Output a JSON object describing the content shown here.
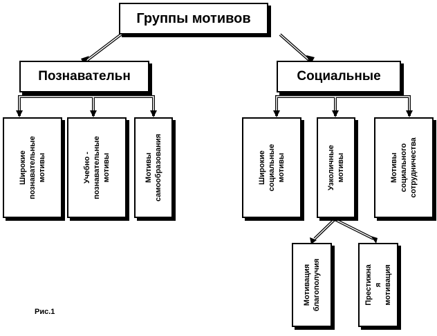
{
  "diagram": {
    "root": "Группы мотивов",
    "groups": [
      {
        "title": "Познавательн",
        "items": [
          "Широкие\nпознавательные\nмотивы",
          "Учебно -\nпознавательные\nмотивы",
          "Мотивы\nсамообразования"
        ]
      },
      {
        "title": "Социальные",
        "items": [
          "Широкие\nсоциальные\nмотивы",
          "Узколичные\nмотивы",
          "Мотивы\nсоциального\nсотрудничества"
        ],
        "subitems": [
          "Мотивация\nблагополучия",
          "Престижна\nя мотивация"
        ]
      }
    ],
    "caption": "Рис.1"
  },
  "colors": {
    "line": "#000000",
    "box_fill": "#ffffff",
    "shadow": "#000000"
  }
}
